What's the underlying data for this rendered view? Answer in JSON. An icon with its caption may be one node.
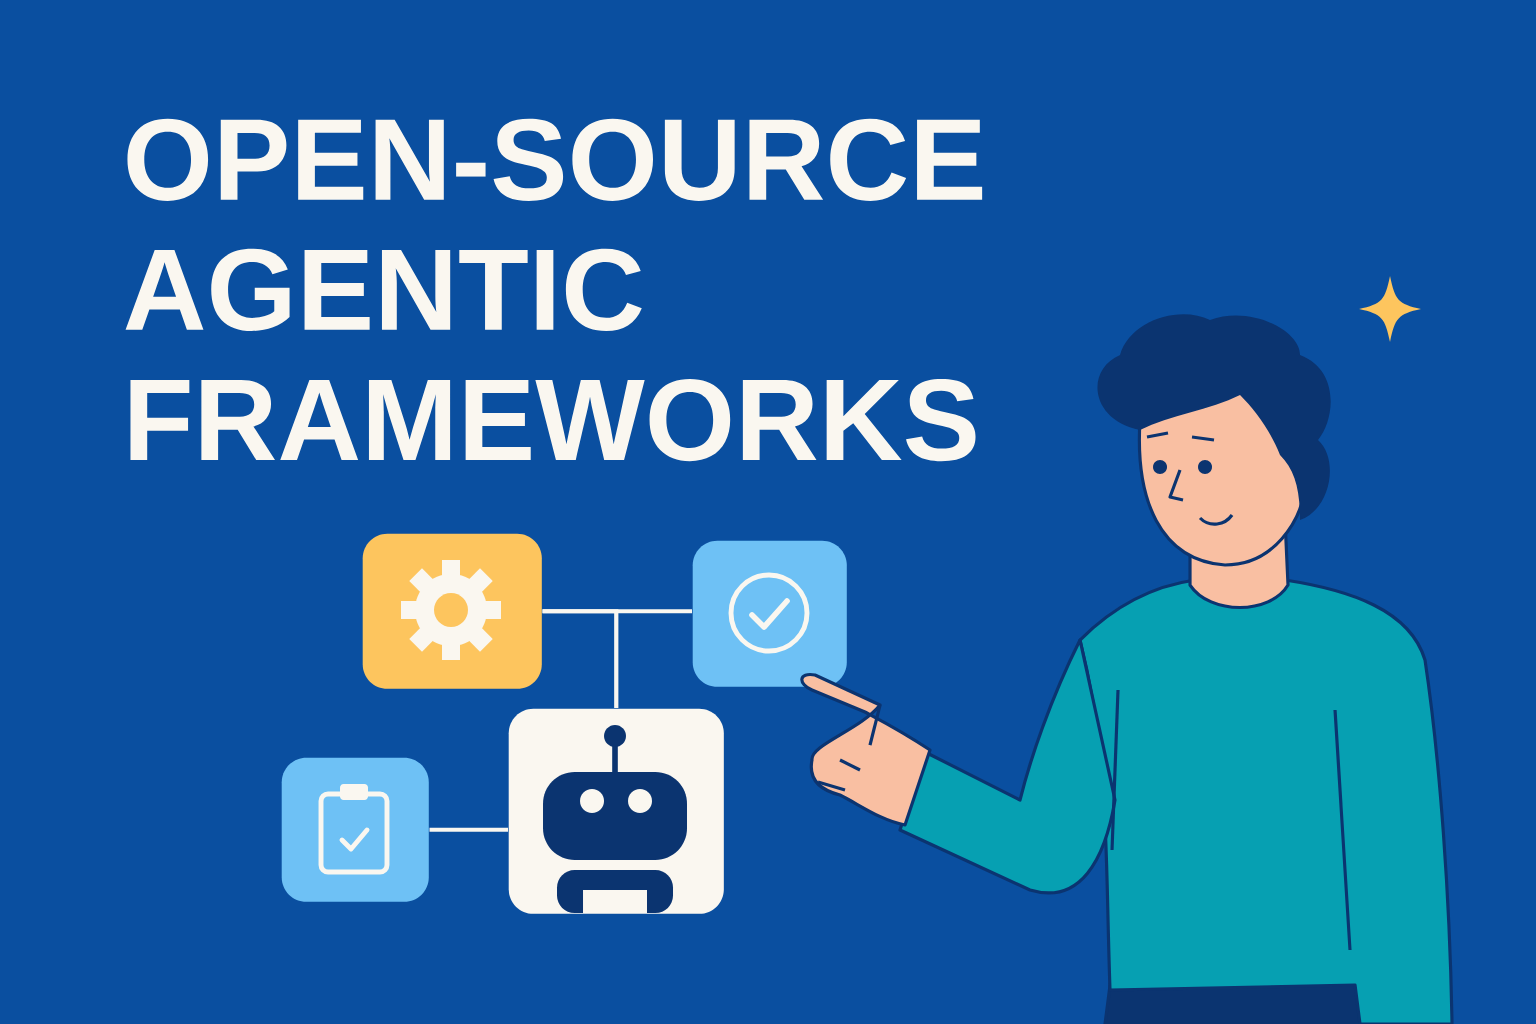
{
  "diagram": {
    "title": "OPEN-SOURCE AGENTIC FRAMEWORKS",
    "nodes": [
      {
        "text": [],
        "shape": "box"
      },
      {
        "text": [],
        "shape": "box"
      },
      {
        "text": [],
        "shape": "box"
      },
      {
        "text": [],
        "shape": "box"
      }
    ],
    "edges": [
      {
        "from": 0,
        "to": 1,
        "arrow": "none"
      },
      {
        "from": 0,
        "to": 3,
        "arrow": "none"
      },
      {
        "from": 2,
        "to": 3,
        "arrow": "none"
      }
    ]
  }
}
